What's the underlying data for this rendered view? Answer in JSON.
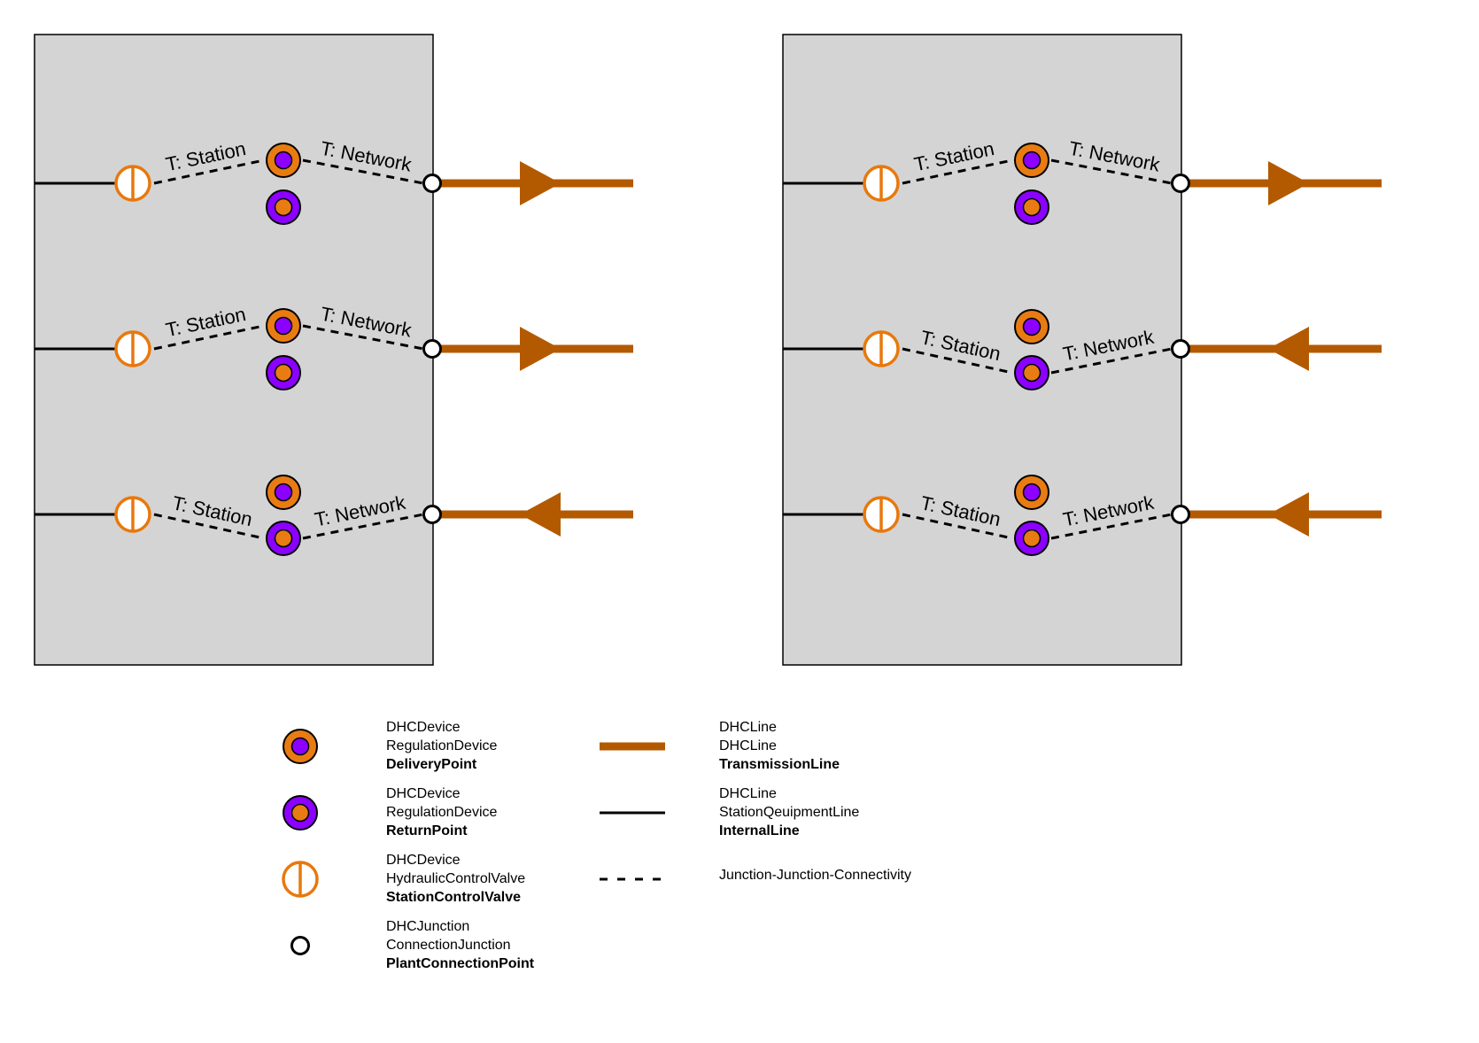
{
  "colors": {
    "panel_fill": "#d4d4d4",
    "transmission": "#b35a00",
    "delivery_outer": "#e87c12",
    "delivery_inner": "#8b00ff",
    "valve": "#e8780d",
    "black": "#000000"
  },
  "labels": {
    "station": "T: Station",
    "network": "T: Network"
  },
  "panels": [
    {
      "rows": [
        {
          "station_to": "delivery",
          "flow": "out"
        },
        {
          "station_to": "delivery",
          "flow": "out"
        },
        {
          "station_to": "return",
          "flow": "in"
        }
      ]
    },
    {
      "rows": [
        {
          "station_to": "delivery",
          "flow": "out"
        },
        {
          "station_to": "return",
          "flow": "in"
        },
        {
          "station_to": "return",
          "flow": "in"
        }
      ]
    }
  ],
  "legend": {
    "symbols": [
      {
        "symbol": "delivery-point",
        "lines": [
          "DHCDevice",
          "RegulationDevice",
          "DeliveryPoint"
        ]
      },
      {
        "symbol": "return-point",
        "lines": [
          "DHCDevice",
          "RegulationDevice",
          "ReturnPoint"
        ]
      },
      {
        "symbol": "station-control-valve",
        "lines": [
          "DHCDevice",
          "HydraulicControlValve",
          "StationControlValve"
        ]
      },
      {
        "symbol": "plant-connection-point",
        "lines": [
          "DHCJunction",
          "ConnectionJunction",
          "PlantConnectionPoint"
        ]
      }
    ],
    "lines": [
      {
        "symbol": "transmission-line",
        "lines": [
          "DHCLine",
          "DHCLine",
          "TransmissionLine"
        ]
      },
      {
        "symbol": "internal-line",
        "lines": [
          "DHCLine",
          "StationQeuipmentLine",
          "InternalLine"
        ]
      },
      {
        "symbol": "connectivity",
        "lines": [
          "Junction-Junction-Connectivity"
        ]
      }
    ]
  }
}
